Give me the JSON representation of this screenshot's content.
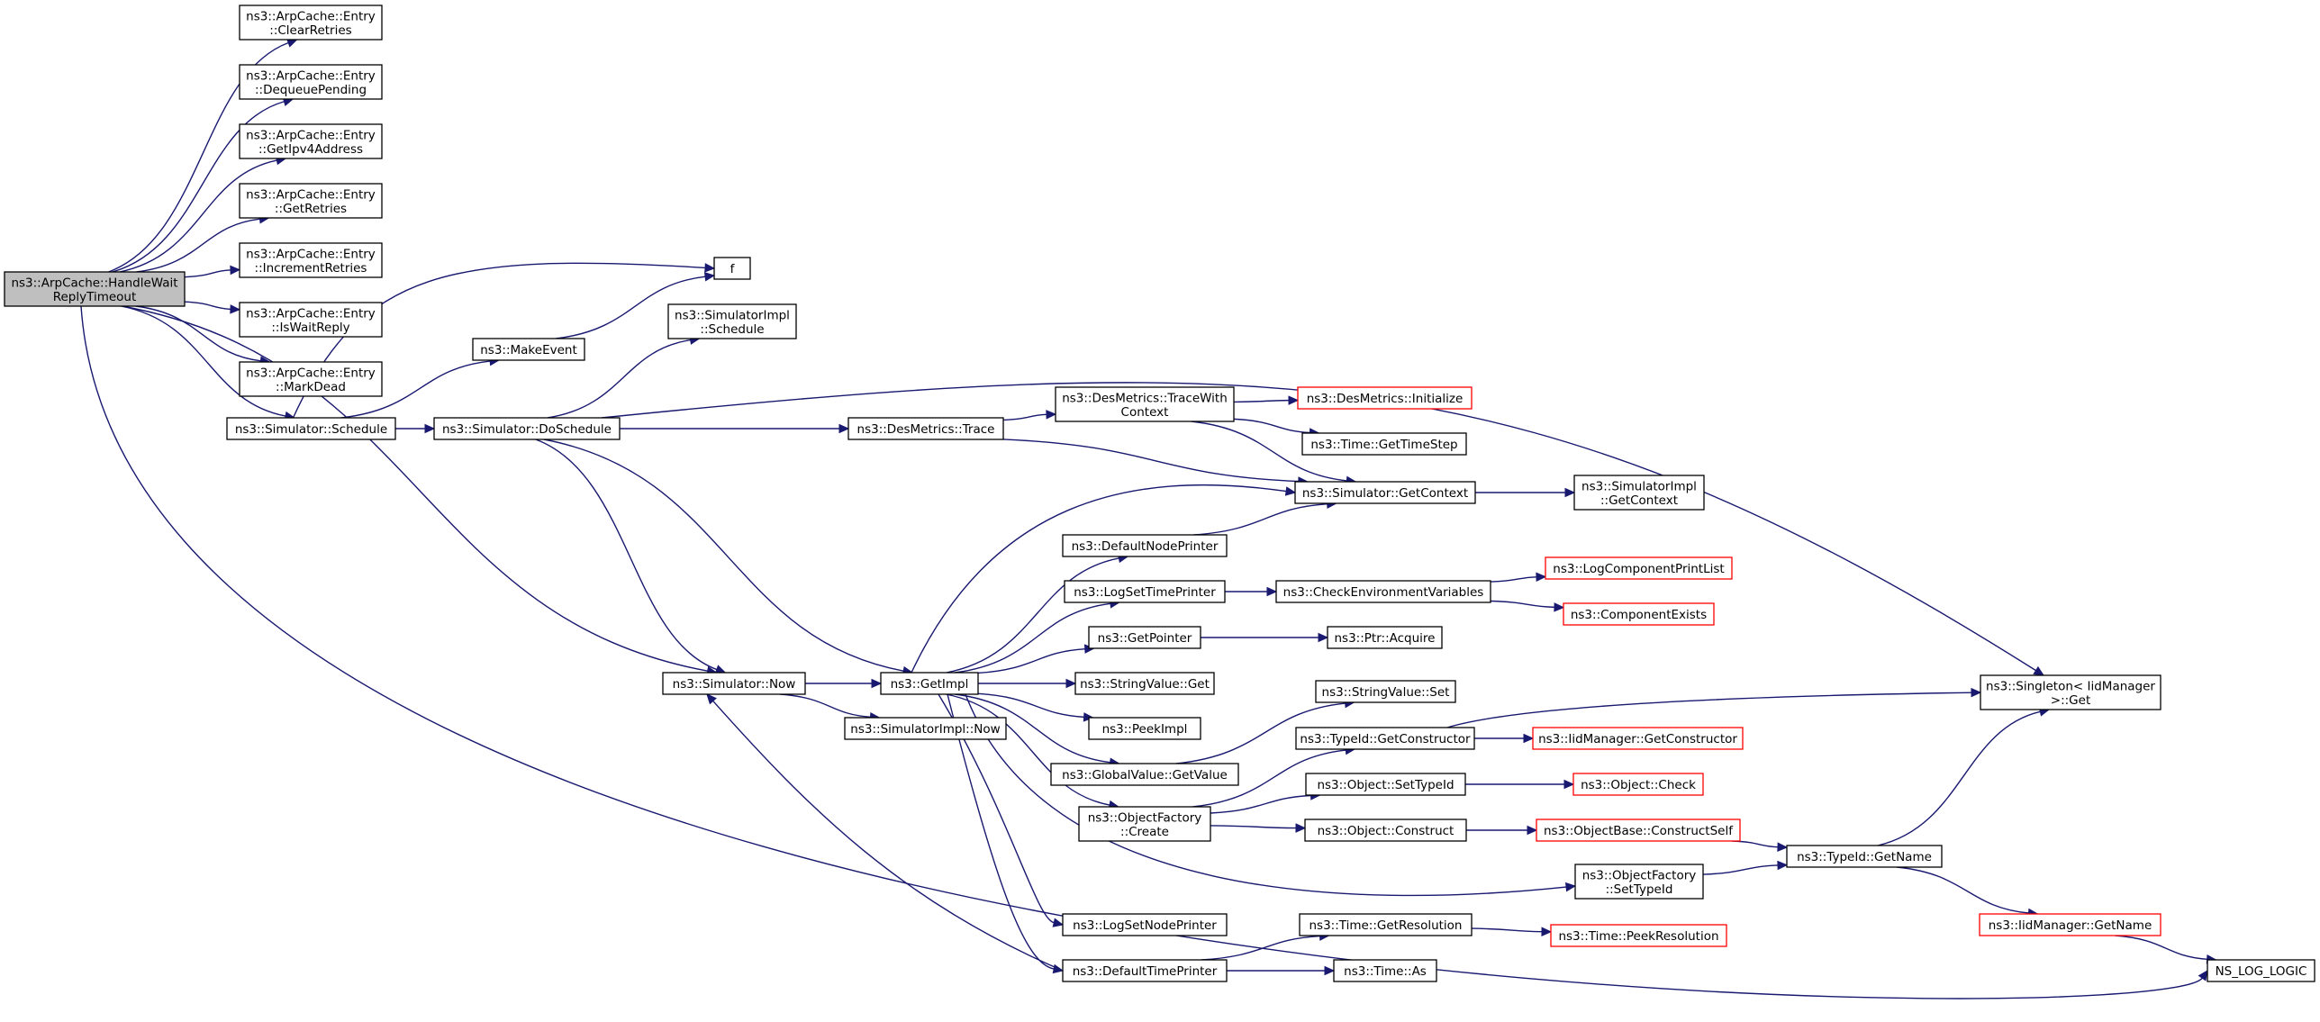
{
  "nodes": [
    {
      "id": "root",
      "lines": [
        "ns3::ArpCache::HandleWait",
        "ReplyTimeout"
      ],
      "style": "root"
    },
    {
      "id": "clear",
      "lines": [
        "ns3::ArpCache::Entry",
        "::ClearRetries"
      ],
      "style": "normal"
    },
    {
      "id": "deq",
      "lines": [
        "ns3::ArpCache::Entry",
        "::DequeuePending"
      ],
      "style": "normal"
    },
    {
      "id": "getipv4",
      "lines": [
        "ns3::ArpCache::Entry",
        "::GetIpv4Address"
      ],
      "style": "normal"
    },
    {
      "id": "getretries",
      "lines": [
        "ns3::ArpCache::Entry",
        "::GetRetries"
      ],
      "style": "normal"
    },
    {
      "id": "incr",
      "lines": [
        "ns3::ArpCache::Entry",
        "::IncrementRetries"
      ],
      "style": "normal"
    },
    {
      "id": "iswait",
      "lines": [
        "ns3::ArpCache::Entry",
        "::IsWaitReply"
      ],
      "style": "normal"
    },
    {
      "id": "markdead",
      "lines": [
        "ns3::ArpCache::Entry",
        "::MarkDead"
      ],
      "style": "normal"
    },
    {
      "id": "f",
      "lines": [
        "f"
      ],
      "style": "normal"
    },
    {
      "id": "makeevent",
      "lines": [
        "ns3::MakeEvent"
      ],
      "style": "normal"
    },
    {
      "id": "simimpl_sched",
      "lines": [
        "ns3::SimulatorImpl",
        "::Schedule"
      ],
      "style": "normal"
    },
    {
      "id": "sim_sched",
      "lines": [
        "ns3::Simulator::Schedule"
      ],
      "style": "normal"
    },
    {
      "id": "sim_dosched",
      "lines": [
        "ns3::Simulator::DoSchedule"
      ],
      "style": "normal"
    },
    {
      "id": "des_trace",
      "lines": [
        "ns3::DesMetrics::Trace"
      ],
      "style": "normal"
    },
    {
      "id": "des_tracewith",
      "lines": [
        "ns3::DesMetrics::TraceWith",
        "Context"
      ],
      "style": "normal"
    },
    {
      "id": "des_init",
      "lines": [
        "ns3::DesMetrics::Initialize"
      ],
      "style": "red"
    },
    {
      "id": "time_getstep",
      "lines": [
        "ns3::Time::GetTimeStep"
      ],
      "style": "normal"
    },
    {
      "id": "sim_getctx",
      "lines": [
        "ns3::Simulator::GetContext"
      ],
      "style": "normal"
    },
    {
      "id": "simimpl_getctx",
      "lines": [
        "ns3::SimulatorImpl",
        "::GetContext"
      ],
      "style": "normal"
    },
    {
      "id": "defnodeprinter",
      "lines": [
        "ns3::DefaultNodePrinter"
      ],
      "style": "normal"
    },
    {
      "id": "logsettime",
      "lines": [
        "ns3::LogSetTimePrinter"
      ],
      "style": "normal"
    },
    {
      "id": "checkenv",
      "lines": [
        "ns3::CheckEnvironmentVariables"
      ],
      "style": "normal"
    },
    {
      "id": "logcomplist",
      "lines": [
        "ns3::LogComponentPrintList"
      ],
      "style": "red"
    },
    {
      "id": "compexists",
      "lines": [
        "ns3::ComponentExists"
      ],
      "style": "red"
    },
    {
      "id": "getpointer",
      "lines": [
        "ns3::GetPointer"
      ],
      "style": "normal"
    },
    {
      "id": "ptr_acquire",
      "lines": [
        "ns3::Ptr::Acquire"
      ],
      "style": "normal"
    },
    {
      "id": "sim_now",
      "lines": [
        "ns3::Simulator::Now"
      ],
      "style": "normal"
    },
    {
      "id": "getimpl",
      "lines": [
        "ns3::GetImpl"
      ],
      "style": "normal"
    },
    {
      "id": "strval_get",
      "lines": [
        "ns3::StringValue::Get"
      ],
      "style": "normal"
    },
    {
      "id": "strval_set",
      "lines": [
        "ns3::StringValue::Set"
      ],
      "style": "normal"
    },
    {
      "id": "singleton",
      "lines": [
        "ns3::Singleton< IidManager",
        " >::Get"
      ],
      "style": "normal"
    },
    {
      "id": "simimpl_now",
      "lines": [
        "ns3::SimulatorImpl::Now"
      ],
      "style": "normal"
    },
    {
      "id": "peekimpl",
      "lines": [
        "ns3::PeekImpl"
      ],
      "style": "normal"
    },
    {
      "id": "typeid_getctor",
      "lines": [
        "ns3::TypeId::GetConstructor"
      ],
      "style": "normal"
    },
    {
      "id": "iid_getctor",
      "lines": [
        "ns3::IidManager::GetConstructor"
      ],
      "style": "red"
    },
    {
      "id": "gv_getvalue",
      "lines": [
        "ns3::GlobalValue::GetValue"
      ],
      "style": "normal"
    },
    {
      "id": "obj_settypeid",
      "lines": [
        "ns3::Object::SetTypeId"
      ],
      "style": "normal"
    },
    {
      "id": "obj_check",
      "lines": [
        "ns3::Object::Check"
      ],
      "style": "red"
    },
    {
      "id": "objfac_create",
      "lines": [
        "ns3::ObjectFactory",
        "::Create"
      ],
      "style": "normal"
    },
    {
      "id": "obj_construct",
      "lines": [
        "ns3::Object::Construct"
      ],
      "style": "normal"
    },
    {
      "id": "objbase_cs",
      "lines": [
        "ns3::ObjectBase::ConstructSelf"
      ],
      "style": "red"
    },
    {
      "id": "typeid_getname",
      "lines": [
        "ns3::TypeId::GetName"
      ],
      "style": "normal"
    },
    {
      "id": "objfac_settypeid",
      "lines": [
        "ns3::ObjectFactory",
        "::SetTypeId"
      ],
      "style": "normal"
    },
    {
      "id": "iid_getname",
      "lines": [
        "ns3::IidManager::GetName"
      ],
      "style": "red"
    },
    {
      "id": "lognodeprinter",
      "lines": [
        "ns3::LogSetNodePrinter"
      ],
      "style": "normal"
    },
    {
      "id": "time_getres",
      "lines": [
        "ns3::Time::GetResolution"
      ],
      "style": "normal"
    },
    {
      "id": "time_peekres",
      "lines": [
        "ns3::Time::PeekResolution"
      ],
      "style": "red"
    },
    {
      "id": "deftimeprinter",
      "lines": [
        "ns3::DefaultTimePrinter"
      ],
      "style": "normal"
    },
    {
      "id": "time_as",
      "lines": [
        "ns3::Time::As"
      ],
      "style": "normal"
    },
    {
      "id": "nslog",
      "lines": [
        "NS_LOG_LOGIC"
      ],
      "style": "normal"
    }
  ],
  "edges": [
    [
      "root",
      "clear"
    ],
    [
      "root",
      "deq"
    ],
    [
      "root",
      "getipv4"
    ],
    [
      "root",
      "getretries"
    ],
    [
      "root",
      "incr"
    ],
    [
      "root",
      "iswait"
    ],
    [
      "root",
      "markdead"
    ],
    [
      "root",
      "sim_sched"
    ],
    [
      "root",
      "sim_now"
    ],
    [
      "root",
      "nslog"
    ],
    [
      "sim_sched",
      "f"
    ],
    [
      "sim_sched",
      "makeevent"
    ],
    [
      "sim_sched",
      "sim_dosched"
    ],
    [
      "makeevent",
      "f"
    ],
    [
      "sim_dosched",
      "simimpl_sched"
    ],
    [
      "sim_dosched",
      "des_trace"
    ],
    [
      "sim_dosched",
      "singleton"
    ],
    [
      "sim_dosched",
      "sim_now"
    ],
    [
      "sim_dosched",
      "getimpl"
    ],
    [
      "des_trace",
      "des_tracewith"
    ],
    [
      "des_trace",
      "sim_getctx"
    ],
    [
      "des_tracewith",
      "des_init"
    ],
    [
      "des_tracewith",
      "time_getstep"
    ],
    [
      "des_tracewith",
      "sim_getctx"
    ],
    [
      "sim_getctx",
      "simimpl_getctx"
    ],
    [
      "defnodeprinter",
      "sim_getctx"
    ],
    [
      "logsettime",
      "checkenv"
    ],
    [
      "checkenv",
      "logcomplist"
    ],
    [
      "checkenv",
      "compexists"
    ],
    [
      "getpointer",
      "ptr_acquire"
    ],
    [
      "sim_now",
      "getimpl"
    ],
    [
      "sim_now",
      "simimpl_now"
    ],
    [
      "getimpl",
      "sim_getctx"
    ],
    [
      "getimpl",
      "defnodeprinter"
    ],
    [
      "getimpl",
      "logsettime"
    ],
    [
      "getimpl",
      "getpointer"
    ],
    [
      "getimpl",
      "strval_get"
    ],
    [
      "getimpl",
      "peekimpl"
    ],
    [
      "getimpl",
      "gv_getvalue"
    ],
    [
      "getimpl",
      "objfac_create"
    ],
    [
      "getimpl",
      "objfac_settypeid"
    ],
    [
      "getimpl",
      "lognodeprinter"
    ],
    [
      "getimpl",
      "deftimeprinter"
    ],
    [
      "gv_getvalue",
      "strval_set"
    ],
    [
      "typeid_getctor",
      "iid_getctor"
    ],
    [
      "typeid_getctor",
      "singleton"
    ],
    [
      "objfac_create",
      "typeid_getctor"
    ],
    [
      "objfac_create",
      "obj_settypeid"
    ],
    [
      "objfac_create",
      "obj_construct"
    ],
    [
      "obj_settypeid",
      "obj_check"
    ],
    [
      "obj_construct",
      "objbase_cs"
    ],
    [
      "objbase_cs",
      "typeid_getname"
    ],
    [
      "objfac_settypeid",
      "typeid_getname"
    ],
    [
      "typeid_getname",
      "singleton"
    ],
    [
      "typeid_getname",
      "iid_getname"
    ],
    [
      "iid_getname",
      "nslog"
    ],
    [
      "deftimeprinter",
      "time_getres"
    ],
    [
      "deftimeprinter",
      "time_as"
    ],
    [
      "deftimeprinter",
      "sim_now"
    ],
    [
      "time_getres",
      "time_peekres"
    ]
  ]
}
